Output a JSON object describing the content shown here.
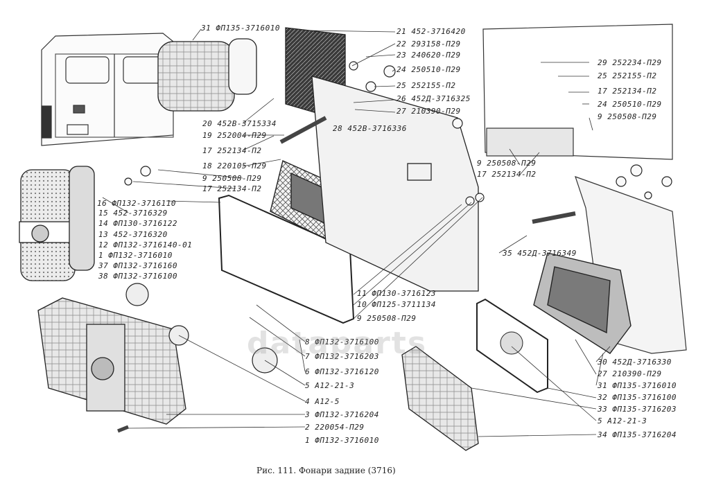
{
  "caption": "Рис. 111. Фонари задние (3716)",
  "watermark": "dataparts",
  "callouts": [
    {
      "num": "31",
      "code": "ФП135-3716010"
    },
    {
      "num": "21",
      "code": "452-3716420"
    },
    {
      "num": "22",
      "code": "293158-П29"
    },
    {
      "num": "23",
      "code": "240620-П29"
    },
    {
      "num": "24",
      "code": "250510-П29"
    },
    {
      "num": "25",
      "code": "252155-П2"
    },
    {
      "num": "26",
      "code": "452Д-3716325"
    },
    {
      "num": "27",
      "code": "210390-П29"
    },
    {
      "num": "20",
      "code": "452В-3715334"
    },
    {
      "num": "19",
      "code": "252004-П29"
    },
    {
      "num": "28",
      "code": "452В-3716336"
    },
    {
      "num": "17",
      "code": "252134-П2"
    },
    {
      "num": "18",
      "code": "220105-П29"
    },
    {
      "num": "9",
      "code": "250508-П29"
    },
    {
      "num": "17",
      "code": "252134-П2"
    },
    {
      "num": "16",
      "code": "ФП132-3716110"
    },
    {
      "num": "15",
      "code": "452-3716329"
    },
    {
      "num": "14",
      "code": "ФП130-3716122"
    },
    {
      "num": "13",
      "code": "452-3716320"
    },
    {
      "num": "12",
      "code": "ФП132-3716140-01"
    },
    {
      "num": "1",
      "code": "ФП132-3716010"
    },
    {
      "num": "37",
      "code": "ФП132-3716160"
    },
    {
      "num": "38",
      "code": "ФП132-3716100"
    },
    {
      "num": "29",
      "code": "252234-П29"
    },
    {
      "num": "25",
      "code": "252155-П2"
    },
    {
      "num": "17",
      "code": "252134-П2"
    },
    {
      "num": "24",
      "code": "250510-П29"
    },
    {
      "num": "9",
      "code": "250508-П29"
    },
    {
      "num": "9",
      "code": "250508-П29"
    },
    {
      "num": "17",
      "code": "252134-П2"
    },
    {
      "num": "35",
      "code": "452Д-3716349"
    },
    {
      "num": "11",
      "code": "ФП130-3716123"
    },
    {
      "num": "10",
      "code": "ФП125-3711134"
    },
    {
      "num": "9",
      "code": "250508-П29"
    },
    {
      "num": "8",
      "code": "ФП132-3716100"
    },
    {
      "num": "7",
      "code": "ФП132-3716203"
    },
    {
      "num": "6",
      "code": "ФП132-3716120"
    },
    {
      "num": "5",
      "code": "А12-21-3"
    },
    {
      "num": "4",
      "code": "А12-5"
    },
    {
      "num": "3",
      "code": "ФП132-3716204"
    },
    {
      "num": "2",
      "code": "220054-П29"
    },
    {
      "num": "1",
      "code": "ФП132-3716010"
    },
    {
      "num": "30",
      "code": "452Д-3716330"
    },
    {
      "num": "27",
      "code": "210390-П29"
    },
    {
      "num": "31",
      "code": "ФП135-3716010"
    },
    {
      "num": "32",
      "code": "ФП135-3716100"
    },
    {
      "num": "33",
      "code": "ФП135-3716203"
    },
    {
      "num": "5",
      "code": "А12-21-3"
    },
    {
      "num": "34",
      "code": "ФП135-3716204"
    }
  ]
}
